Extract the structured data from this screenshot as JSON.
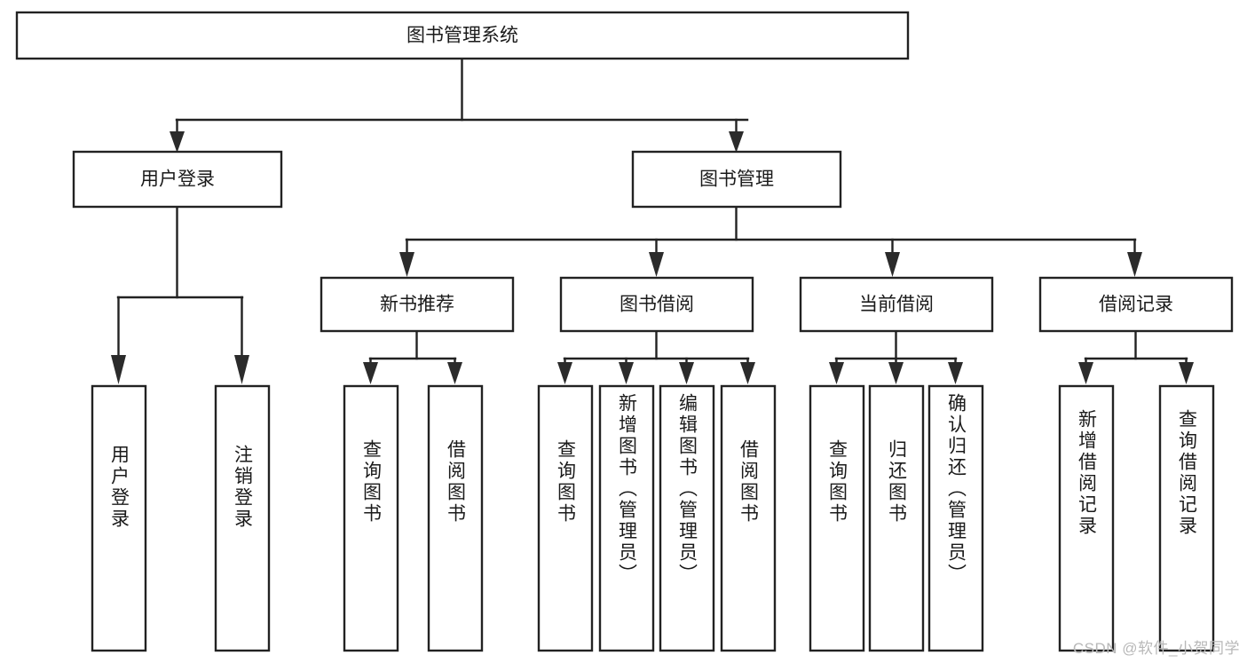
{
  "diagram": {
    "type": "tree-hierarchy",
    "title": "图书管理系统",
    "watermark": "CSDN @软件_小贺同学",
    "root": {
      "label": "图书管理系统"
    },
    "level2": [
      {
        "label": "用户登录"
      },
      {
        "label": "图书管理"
      }
    ],
    "level3": [
      {
        "label": "新书推荐"
      },
      {
        "label": "图书借阅"
      },
      {
        "label": "当前借阅"
      },
      {
        "label": "借阅记录"
      }
    ],
    "leaves": {
      "user_login": [
        {
          "label": "用户登录"
        },
        {
          "label": "注销登录"
        }
      ],
      "new_book_recommend": [
        {
          "label": "查询图书"
        },
        {
          "label": "借阅图书"
        }
      ],
      "book_borrow": [
        {
          "label": "查询图书"
        },
        {
          "label": "新增图书（管理员）"
        },
        {
          "label": "编辑图书（管理员）"
        },
        {
          "label": "借阅图书"
        }
      ],
      "current_borrow": [
        {
          "label": "查询图书"
        },
        {
          "label": "归还图书"
        },
        {
          "label": "确认归还（管理员）"
        }
      ],
      "borrow_record": [
        {
          "label": "新增借阅记录"
        },
        {
          "label": "查询借阅记录"
        }
      ]
    },
    "colors": {
      "box_stroke": "#222222",
      "box_fill": "#ffffff",
      "text": "#1a1a1a",
      "connector": "#222222",
      "watermark": "#b8b8b8",
      "background": "#ffffff"
    }
  }
}
